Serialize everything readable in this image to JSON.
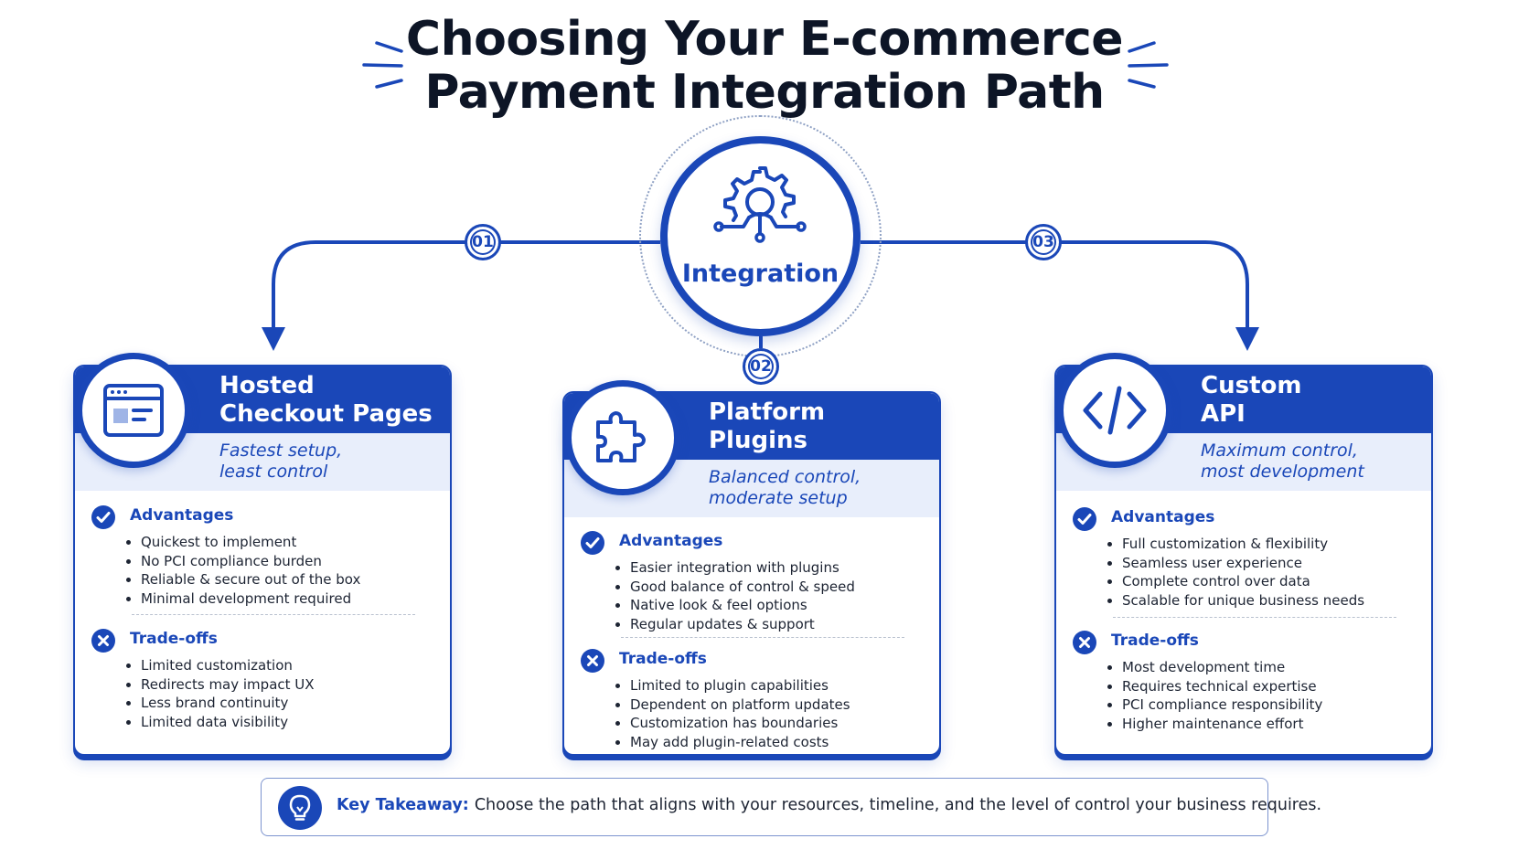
{
  "title": {
    "line1": "Choosing Your E-commerce",
    "line2": "Payment Integration Path"
  },
  "hub": {
    "label": "Integration",
    "icon": "gear-network-icon"
  },
  "colors": {
    "primary": "#1a47b8",
    "subtle_band": "#e8eefb",
    "text": "#1d2433"
  },
  "paths": [
    {
      "number": "01",
      "title_line1": "Hosted",
      "title_line2": "Checkout Pages",
      "subtitle_line1": "Fastest setup,",
      "subtitle_line2": "least control",
      "icon": "browser-window-icon",
      "advantages_label": "Advantages",
      "advantages": [
        "Quickest to implement",
        "No PCI compliance burden",
        "Reliable & secure out of the box",
        "Minimal development required"
      ],
      "tradeoffs_label": "Trade-offs",
      "tradeoffs": [
        "Limited customization",
        "Redirects may impact UX",
        "Less brand continuity",
        "Limited data visibility"
      ]
    },
    {
      "number": "02",
      "title_line1": "Platform",
      "title_line2": "Plugins",
      "subtitle_line1": "Balanced control,",
      "subtitle_line2": "moderate setup",
      "icon": "puzzle-piece-icon",
      "advantages_label": "Advantages",
      "advantages": [
        "Easier integration with plugins",
        "Good balance of control & speed",
        "Native look & feel options",
        "Regular updates & support"
      ],
      "tradeoffs_label": "Trade-offs",
      "tradeoffs": [
        "Limited to plugin capabilities",
        "Dependent on platform updates",
        "Customization has boundaries",
        "May add plugin-related costs"
      ]
    },
    {
      "number": "03",
      "title_line1": "Custom",
      "title_line2": "API",
      "subtitle_line1": "Maximum control,",
      "subtitle_line2": "most development",
      "icon": "code-brackets-icon",
      "advantages_label": "Advantages",
      "advantages": [
        "Full customization & flexibility",
        "Seamless user experience",
        "Complete control over data",
        "Scalable for unique business needs"
      ],
      "tradeoffs_label": "Trade-offs",
      "tradeoffs": [
        "Most development time",
        "Requires technical expertise",
        "PCI compliance responsibility",
        "Higher maintenance effort"
      ]
    }
  ],
  "takeaway": {
    "label": "Key Takeaway:",
    "text": "Choose the path that aligns with your resources, timeline, and the level of control your business requires.",
    "icon": "lightbulb-icon"
  }
}
